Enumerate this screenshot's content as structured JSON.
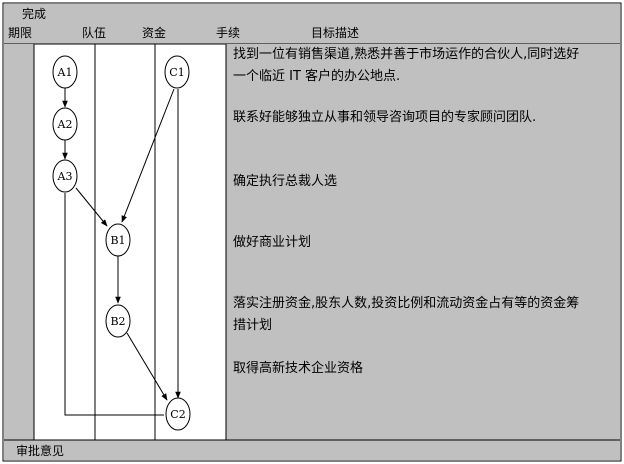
{
  "header": {
    "top_label": "完成",
    "columns": [
      "期限",
      "队伍",
      "资金",
      "手续",
      "目标描述"
    ]
  },
  "nodes": {
    "a1": "A1",
    "a2": "A2",
    "a3": "A3",
    "b1": "B1",
    "b2": "B2",
    "c1": "C1",
    "c2": "C2"
  },
  "goals": [
    [
      "找到一位有销售渠道,熟悉并善于市场运作的合伙人,同时选好",
      "一个临近 IT 客户的办公地点."
    ],
    [
      "联系好能够独立从事和领导咨询项目的专家顾问团队."
    ],
    [
      "确定执行总裁人选"
    ],
    [
      "做好商业计划"
    ],
    [
      "落实注册资金,股东人数,投资比例和流动资金占有等的资金筹",
      "措计划"
    ],
    [
      "取得高新技术企业资格"
    ]
  ],
  "footer": {
    "label": "审批意见"
  },
  "colors": {
    "background": "#ffffff",
    "band": "#c0c0c0",
    "line": "#000000"
  }
}
